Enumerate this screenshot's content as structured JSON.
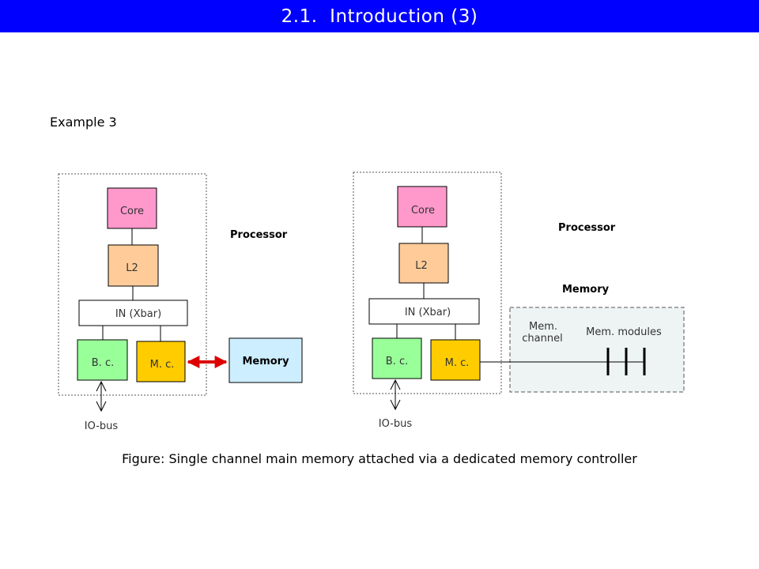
{
  "slide": {
    "title": "2.1.  Introduction (3)",
    "subtitle": "Example 3",
    "caption": "Figure: Single channel main memory attached via a dedicated memory controller"
  },
  "left_diagram": {
    "core": "Core",
    "l2": "L2",
    "interconnect": "IN (Xbar)",
    "bus_controller": "B. c.",
    "memory_controller": "M. c.",
    "memory": "Memory",
    "processor_label": "Processor",
    "io_bus": "IO-bus"
  },
  "right_diagram": {
    "core": "Core",
    "l2": "L2",
    "interconnect": "IN (Xbar)",
    "bus_controller": "B. c.",
    "memory_controller": "M. c.",
    "processor_label": "Processor",
    "memory_label": "Memory",
    "mem_channel_line1": "Mem.",
    "mem_channel_line2": "channel",
    "mem_modules": "Mem. modules",
    "io_bus": "IO-bus"
  },
  "colors": {
    "title_bar": "#0000ff",
    "core": "#ff99cc",
    "l2": "#ffcc99",
    "bus_controller": "#99ff99",
    "memory_controller": "#ffcc00",
    "memory": "#cceeff",
    "memory_area": "#eef4f4",
    "arrow": "#dd0000"
  }
}
